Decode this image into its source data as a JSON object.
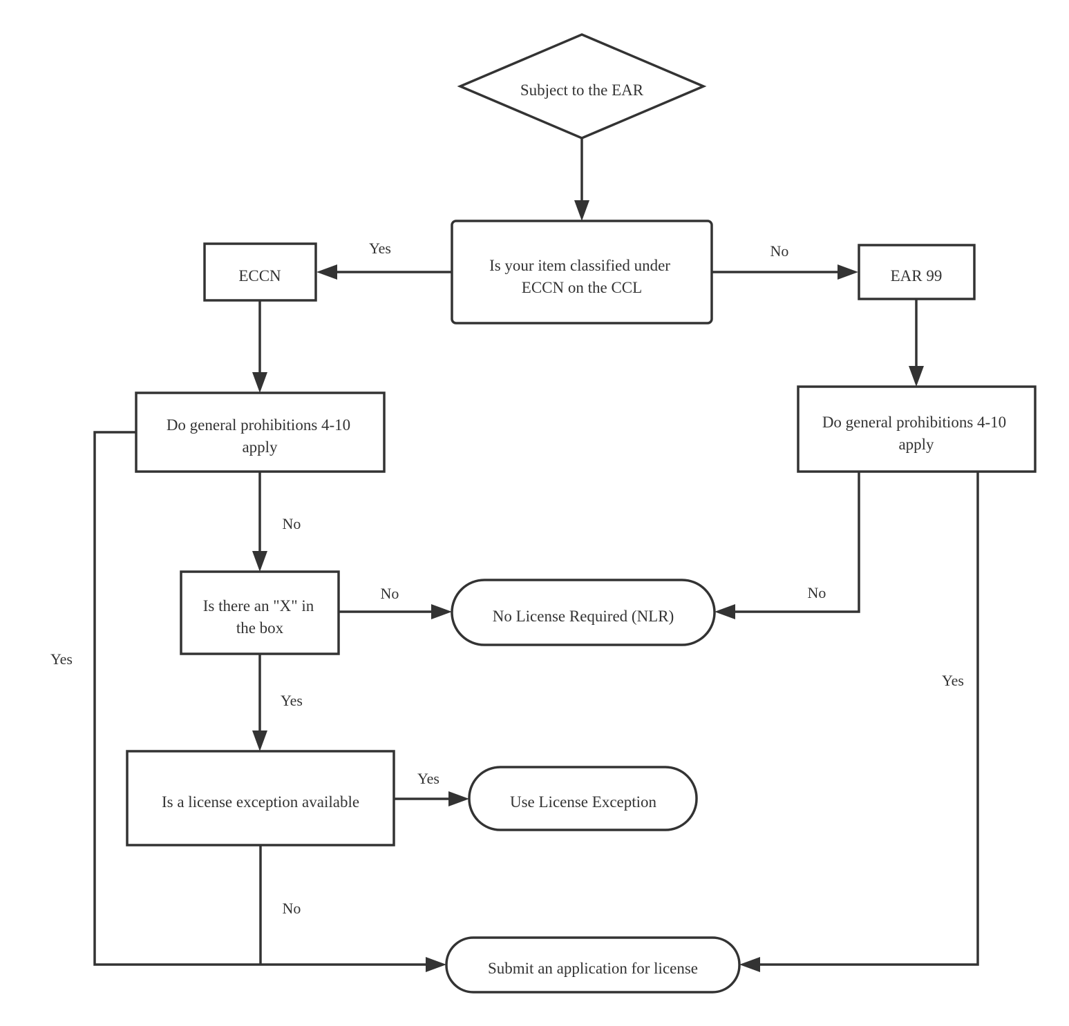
{
  "colors": {
    "stroke": "#333333",
    "fill": "#ffffff",
    "text": "#333333",
    "background": "#ffffff"
  },
  "nodes": {
    "subject_ear": {
      "shape": "diamond",
      "lines": [
        "Subject to the EAR"
      ]
    },
    "classified": {
      "shape": "rounded-rect",
      "lines": [
        "Is your item classified under",
        "ECCN on the CCL"
      ]
    },
    "eccn": {
      "shape": "rect",
      "lines": [
        "ECCN"
      ]
    },
    "ear99": {
      "shape": "rect",
      "lines": [
        "EAR 99"
      ]
    },
    "gp_left": {
      "shape": "rect",
      "lines": [
        "Do general prohibitions 4-10",
        "apply"
      ]
    },
    "gp_right": {
      "shape": "rect",
      "lines": [
        "Do general prohibitions 4-10",
        "apply"
      ]
    },
    "x_in_box": {
      "shape": "rect",
      "lines": [
        "Is there an \"X\" in",
        "the box"
      ]
    },
    "nlr": {
      "shape": "terminal",
      "lines": [
        "No License Required (NLR)"
      ]
    },
    "exception_available": {
      "shape": "rect",
      "lines": [
        "Is a license exception available"
      ]
    },
    "use_exception": {
      "shape": "terminal",
      "lines": [
        "Use License Exception"
      ]
    },
    "submit": {
      "shape": "terminal",
      "lines": [
        "Submit an application for license"
      ]
    }
  },
  "edges": {
    "subject_to_classified": {
      "from": "subject_ear",
      "to": "classified",
      "label": ""
    },
    "classified_yes": {
      "from": "classified",
      "to": "eccn",
      "label": "Yes"
    },
    "classified_no": {
      "from": "classified",
      "to": "ear99",
      "label": "No"
    },
    "eccn_to_gp": {
      "from": "eccn",
      "to": "gp_left",
      "label": ""
    },
    "ear99_to_gp": {
      "from": "ear99",
      "to": "gp_right",
      "label": ""
    },
    "gp_left_no": {
      "from": "gp_left",
      "to": "x_in_box",
      "label": "No"
    },
    "gp_left_yes": {
      "from": "gp_left",
      "to": "submit",
      "label": "Yes"
    },
    "x_no": {
      "from": "x_in_box",
      "to": "nlr",
      "label": "No"
    },
    "x_yes": {
      "from": "x_in_box",
      "to": "exception_available",
      "label": "Yes"
    },
    "exception_yes": {
      "from": "exception_available",
      "to": "use_exception",
      "label": "Yes"
    },
    "exception_no": {
      "from": "exception_available",
      "to": "submit",
      "label": "No"
    },
    "gp_right_no": {
      "from": "gp_right",
      "to": "nlr",
      "label": "No"
    },
    "gp_right_yes": {
      "from": "gp_right",
      "to": "submit",
      "label": "Yes"
    }
  }
}
